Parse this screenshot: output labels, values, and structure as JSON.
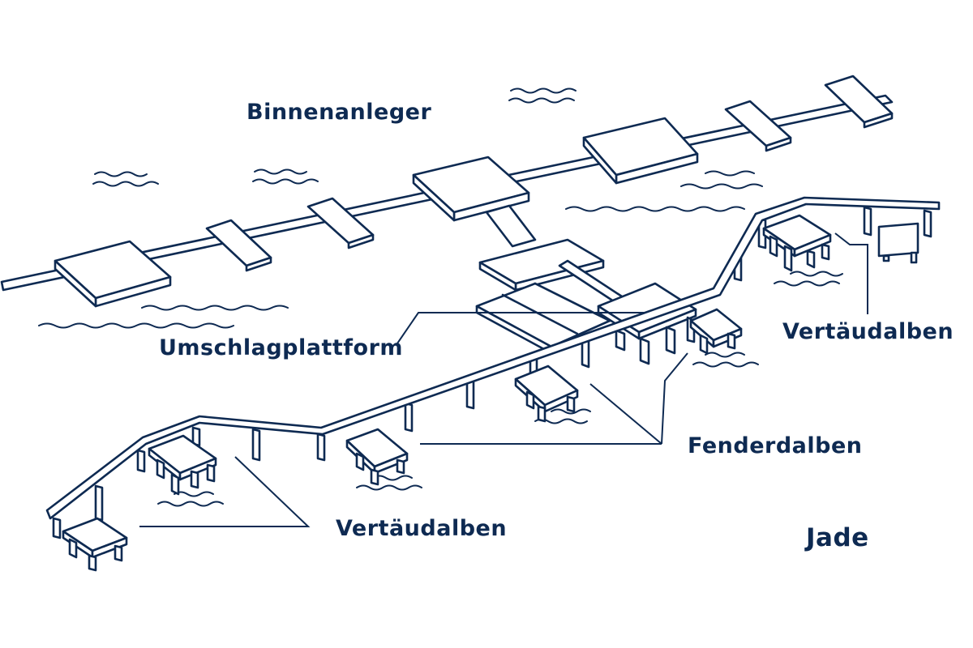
{
  "labels": {
    "inner_jetty": "Binnenanleger",
    "transfer_platform": "Umschlagplattform",
    "mooring_dolphins_right": "Vertäudalben",
    "fender_dolphins": "Fenderdalben",
    "mooring_dolphins_left": "Vertäudalben",
    "water_body": "Jade"
  },
  "colors": {
    "ink": "#0e2a52",
    "background": "#ffffff"
  }
}
